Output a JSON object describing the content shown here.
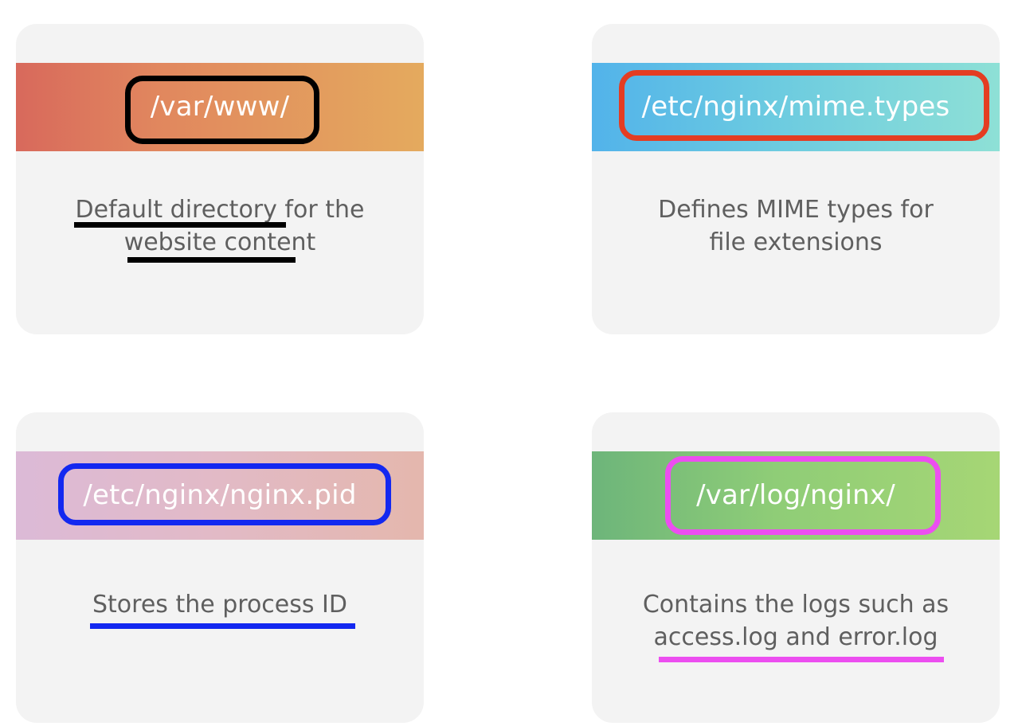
{
  "cards": [
    {
      "path": "/var/www/",
      "line1": "Default directory for the",
      "line2": "website content",
      "highlight_color": "#000000"
    },
    {
      "path": "/etc/nginx/mime.types",
      "line1": "Defines MIME types for",
      "line2": "file extensions",
      "highlight_color": "#e43d22"
    },
    {
      "path": "/etc/nginx/nginx.pid",
      "line1": "Stores the process ID",
      "line2": "",
      "highlight_color": "#1328f0"
    },
    {
      "path": "/var/log/nginx/",
      "line1": "Contains the logs such as",
      "line2": "access.log and error.log",
      "highlight_color": "#ec4ef0"
    }
  ]
}
